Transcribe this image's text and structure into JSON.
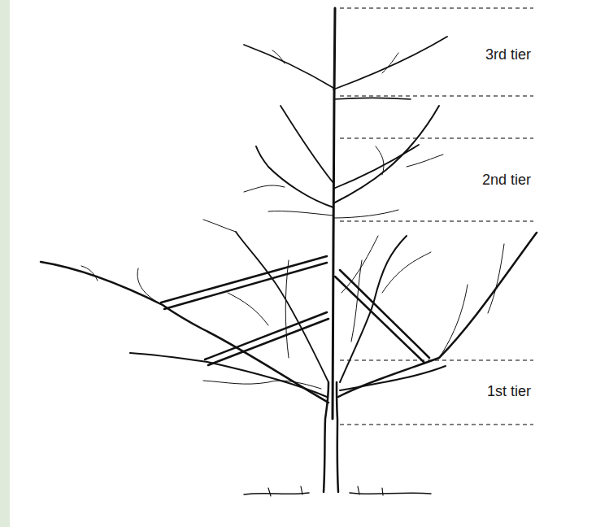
{
  "diagram": {
    "labels": [
      "3rd tier",
      "2nd tier",
      "1st tier"
    ]
  }
}
